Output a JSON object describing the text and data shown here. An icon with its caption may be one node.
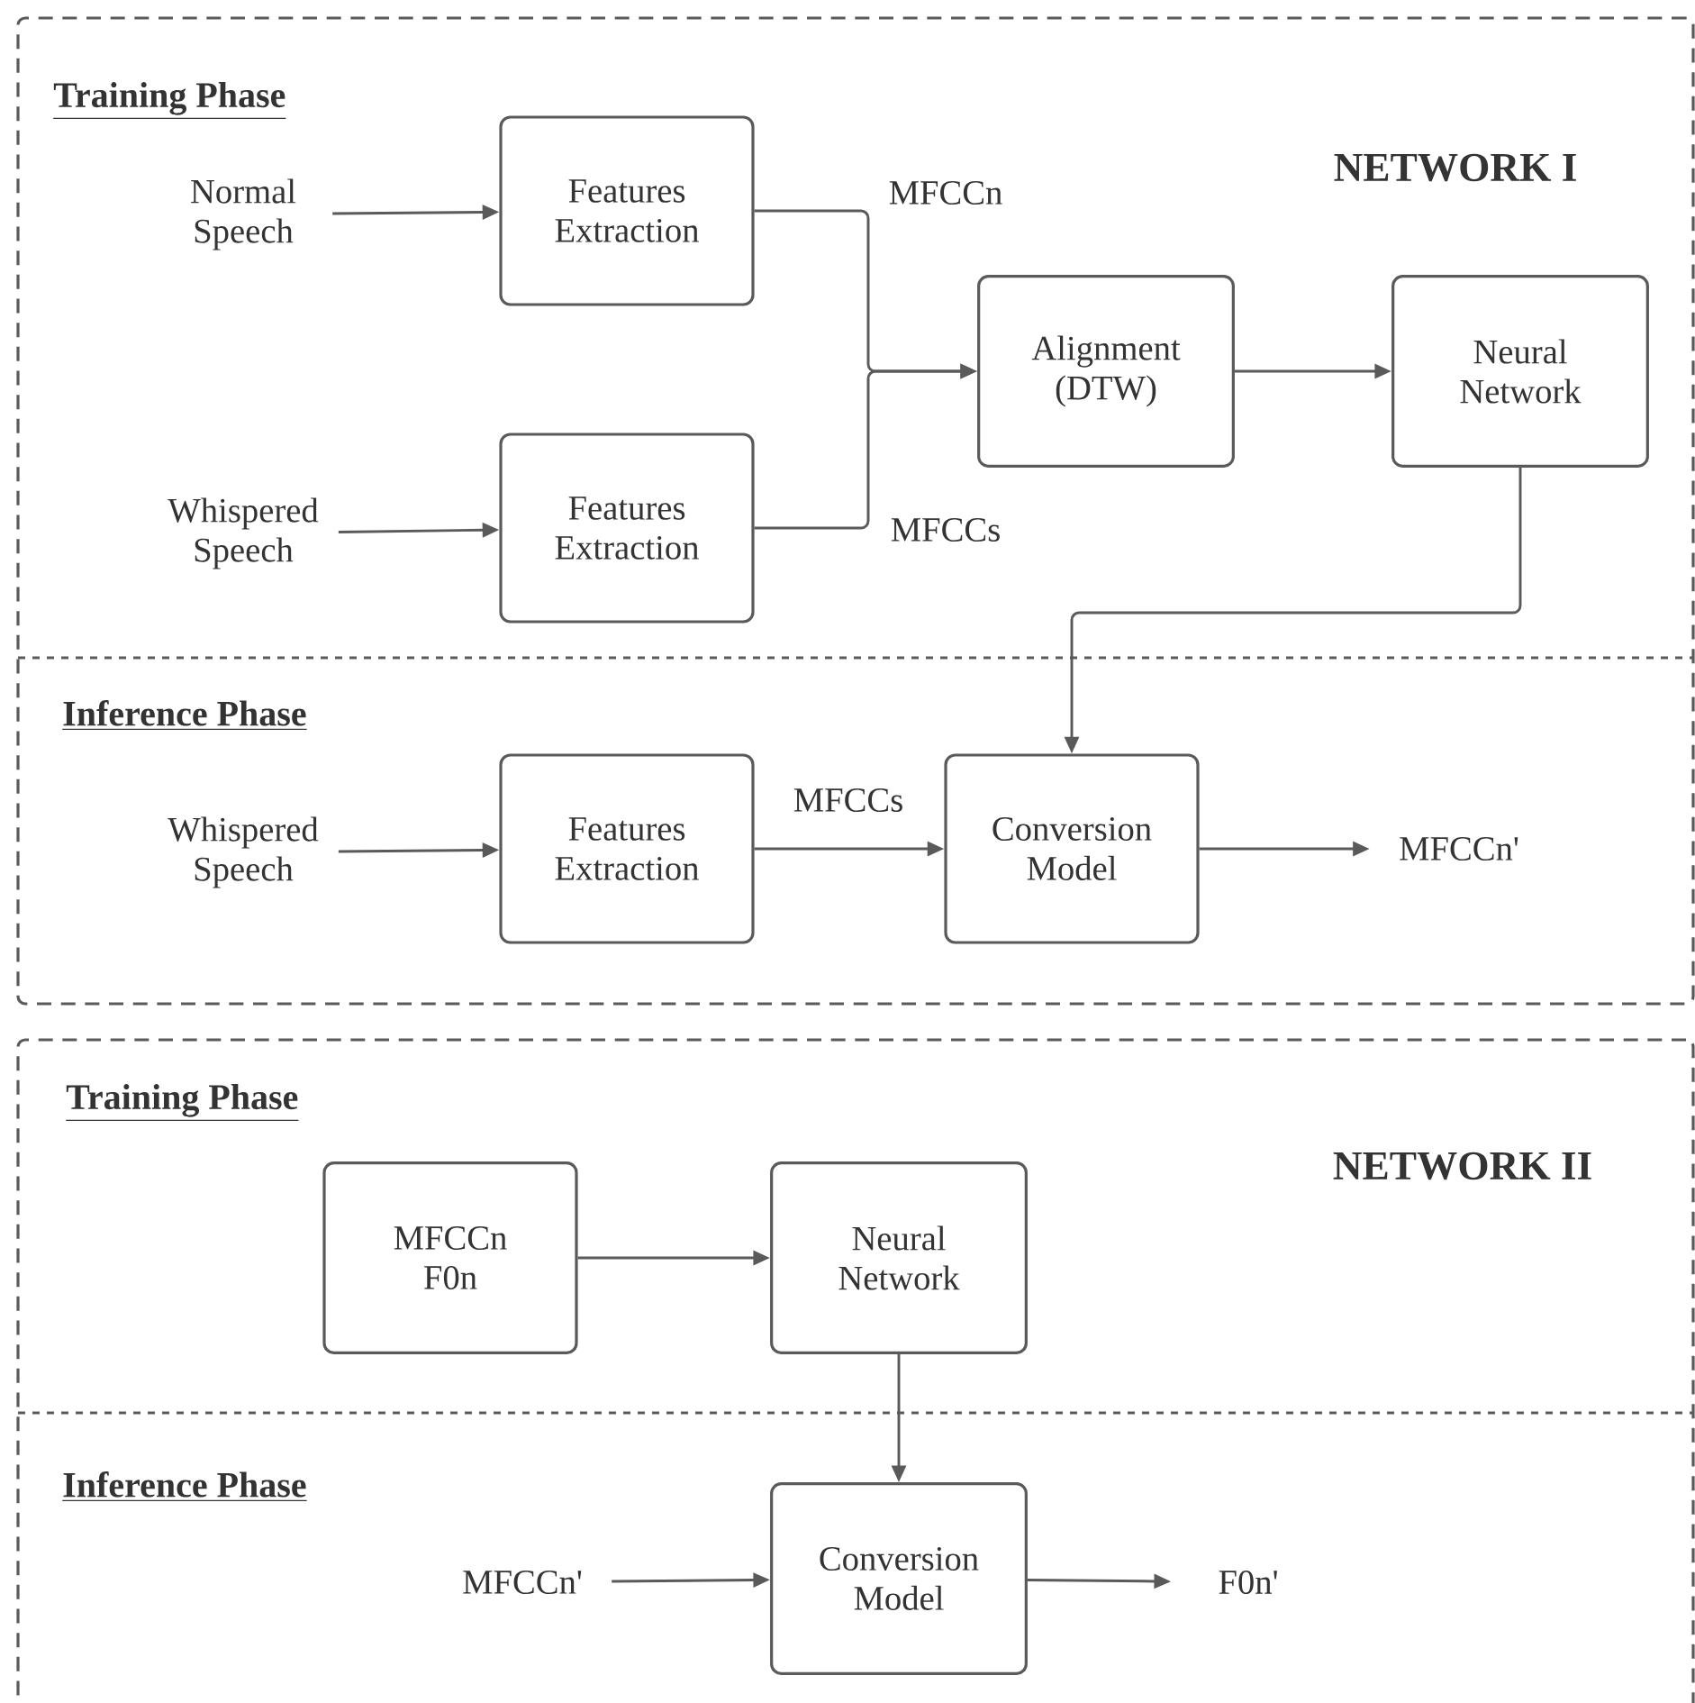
{
  "diagram": {
    "nodes": [
      {
        "text": [
          "NETWORK I"
        ]
      },
      {
        "text": [
          "Normal Speech"
        ],
        "in": 0
      },
      {
        "text": [
          "Features Extraction"
        ],
        "in": 0
      },
      {
        "text": [
          "Whispered Speech"
        ],
        "in": 0
      },
      {
        "text": [
          "Features Extraction"
        ],
        "in": 0
      },
      {
        "text": [
          "Alignment (DTW)"
        ],
        "in": 0
      },
      {
        "text": [
          "Neural Network"
        ],
        "in": 0
      },
      {
        "text": [
          "Whispered Speech"
        ],
        "in": 0
      },
      {
        "text": [
          "Features Extraction"
        ],
        "in": 0
      },
      {
        "text": [
          "Conversion Model"
        ],
        "in": 0
      },
      {
        "text": [
          "MFCCn'"
        ],
        "in": 0
      },
      {
        "text": [
          "NETWORK II"
        ]
      },
      {
        "text": [
          "MFCCn F0n"
        ],
        "in": 11
      },
      {
        "text": [
          "Neural Network"
        ],
        "in": 11
      },
      {
        "text": [
          "MFCCn'"
        ],
        "in": 11
      },
      {
        "text": [
          "Conversion Model"
        ],
        "in": 11
      },
      {
        "text": [
          "F0n'"
        ],
        "in": 11
      }
    ],
    "edges": [
      {
        "from": 1,
        "to": 2,
        "arrow": "to"
      },
      {
        "from": 3,
        "to": 4,
        "arrow": "to"
      },
      {
        "from": 2,
        "to": 5,
        "arrow": "to",
        "label": "MFCCn"
      },
      {
        "from": 4,
        "to": 5,
        "arrow": "to",
        "label": "MFCCs"
      },
      {
        "from": 5,
        "to": 6,
        "arrow": "to"
      },
      {
        "from": 6,
        "to": 9,
        "arrow": "to"
      },
      {
        "from": 7,
        "to": 8,
        "arrow": "to"
      },
      {
        "from": 8,
        "to": 9,
        "arrow": "to",
        "label": "MFCCs"
      },
      {
        "from": 9,
        "to": 10,
        "arrow": "to"
      },
      {
        "from": 12,
        "to": 13,
        "arrow": "to"
      },
      {
        "from": 13,
        "to": 15,
        "arrow": "to"
      },
      {
        "from": 14,
        "to": 15,
        "arrow": "to"
      },
      {
        "from": 15,
        "to": 16,
        "arrow": "to"
      }
    ],
    "labels": [
      "Training Phase",
      "Inference Phase",
      "Training Phase",
      "Inference Phase"
    ]
  }
}
